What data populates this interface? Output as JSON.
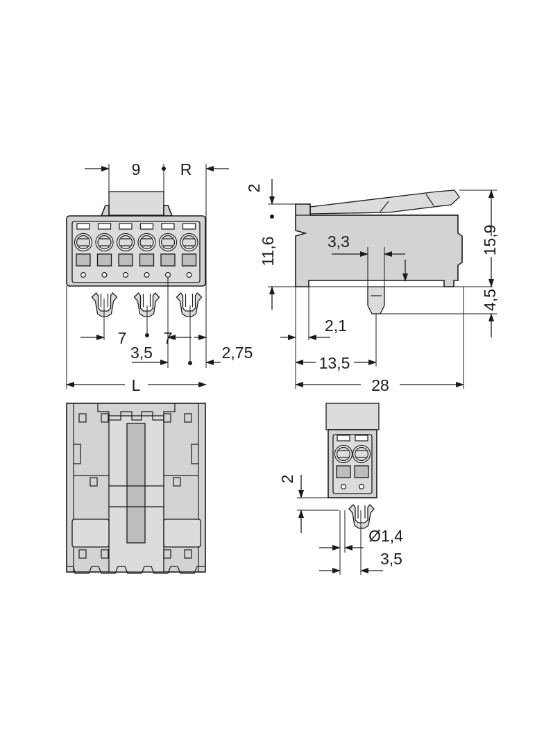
{
  "labels": {
    "front_pitch": "9",
    "front_r": "R",
    "front_seven_left": "7",
    "front_seven_right": "7",
    "front_three_five": "3,5",
    "front_two_seventy_five": "2,75",
    "front_length": "L",
    "side_two": "2",
    "side_eleven_six": "11,6",
    "side_three_three": "3,3",
    "side_fifteen_nine": "15,9",
    "side_four_five": "4,5",
    "side_two_one": "2,1",
    "side_thirteen_five": "13,5",
    "side_twenty_eight": "28",
    "small_two": "2",
    "small_pin_diameter": "Ø1,4",
    "small_three_five": "3,5"
  },
  "pole_count": 6,
  "colors": {
    "housing": "#d3d3d3",
    "line": "#1a1a1a",
    "background": "#ffffff"
  }
}
